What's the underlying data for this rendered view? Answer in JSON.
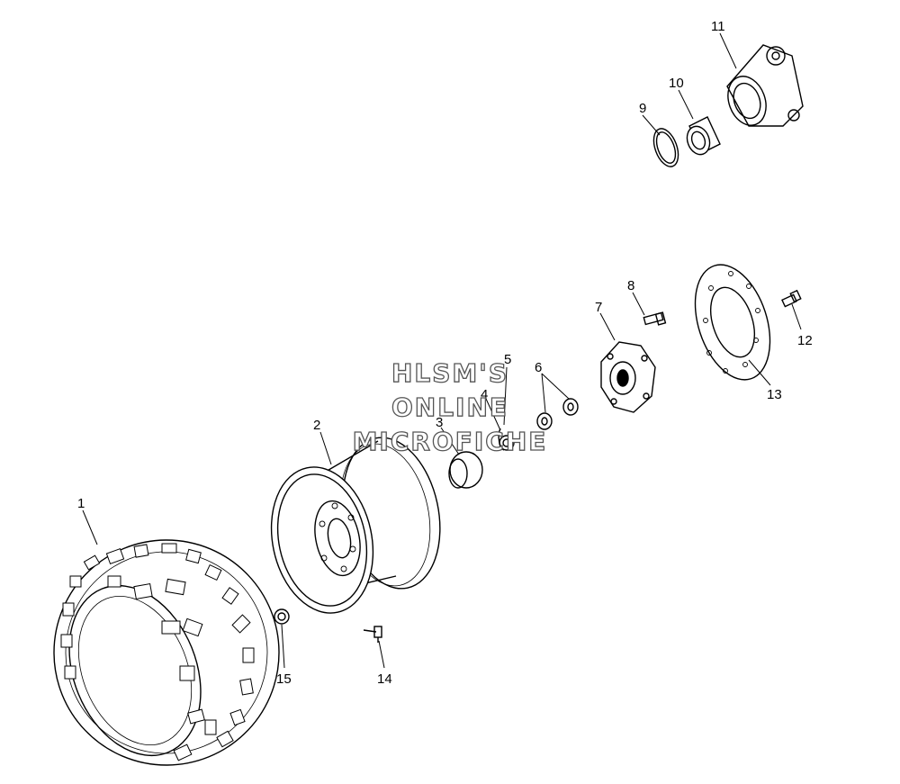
{
  "watermark": {
    "line1": "HLSM'S",
    "line2": "ONLINE",
    "line3": "MICROFICHE"
  },
  "callouts": {
    "tire": "1",
    "wheel": "2",
    "hub_cap": "3",
    "nut": "4",
    "cotter_pin": "5",
    "washers": "6",
    "hub": "7",
    "hub_bolt": "8",
    "retaining_ring": "9",
    "bearing": "10",
    "knuckle": "11",
    "brake_bolt": "12",
    "brake_disc": "13",
    "valve_stem": "14",
    "lug_nut": "15"
  }
}
